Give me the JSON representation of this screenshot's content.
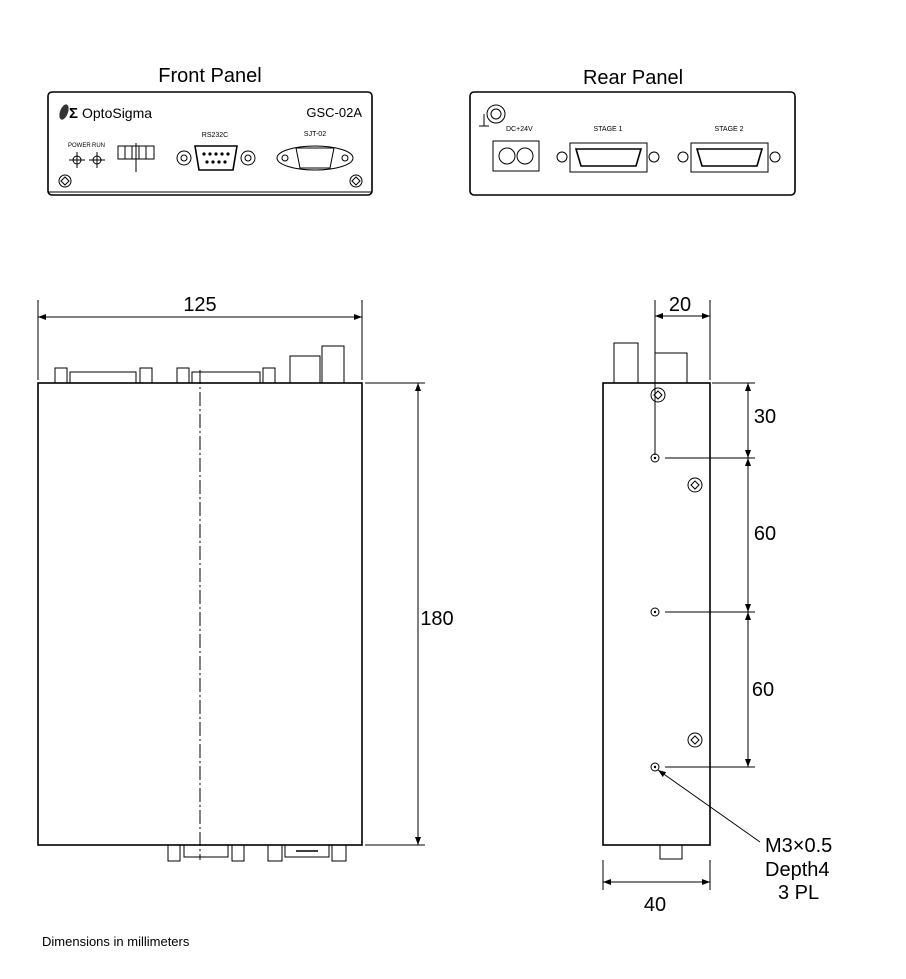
{
  "front_panel": {
    "title": "Front Panel",
    "brand": "OptoSigma",
    "model": "GSC-02A",
    "power_label": "POWER",
    "run_label": "RUN",
    "rs232c_label": "RS232C",
    "sjt_label": "SJT-02"
  },
  "rear_panel": {
    "title": "Rear Panel",
    "dc_label": "DC+24V",
    "stage1_label": "STAGE 1",
    "stage2_label": "STAGE 2"
  },
  "top_view": {
    "width_dim": "125",
    "length_dim": "180"
  },
  "side_view": {
    "offset_dim": "20",
    "width_dim": "40",
    "hole_spacing": [
      "30",
      "60",
      "60"
    ],
    "hole_note": [
      "M3×0.5",
      "Depth4",
      "3 PL"
    ]
  },
  "footer": "Dimensions in millimeters"
}
